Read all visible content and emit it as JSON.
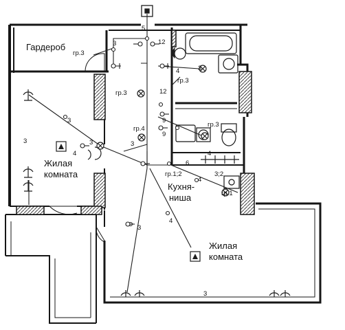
{
  "colors": {
    "wall": "#161616",
    "line": "#1e1e1e",
    "hatch": "#444444",
    "paper": "#ffffff"
  },
  "rooms": {
    "wardrobe": "Гардероб",
    "living_left_1": "Жилая",
    "living_left_2": "комната",
    "kitchen_1": "Кухня-",
    "kitchen_2": "ниша",
    "living_right_1": "Жилая",
    "living_right_2": "комната"
  },
  "groups": {
    "g_wardrobe": "гр.3",
    "g_hall": "гр.3",
    "g_bath": "гр.3",
    "g_wc": "гр.3",
    "g_corridor": "гр.4",
    "g_kitchen": "гр.1;2",
    "g_kitchen_right": "гр.1"
  },
  "circuits": {
    "c_wardrobe": "3",
    "c_panel": "5",
    "c_hall_top": "12",
    "c_hall_mid": "12",
    "c_bath_4": "4",
    "c_bath_3": "3",
    "c_wc_9": "9",
    "c_wc_9b": "9",
    "c_living_3": "3",
    "c_living_3b": "3",
    "c_living_4": "4",
    "c_left_wall": "3",
    "c_corr_3": "3",
    "c_kitchen_6": "6",
    "c_kitchen_4": "4",
    "c_kitchen_32": "3;2",
    "c_kitchen_4b": "4",
    "c_big_3": "3",
    "c_big_4": "4",
    "c_big_wall": "3"
  }
}
